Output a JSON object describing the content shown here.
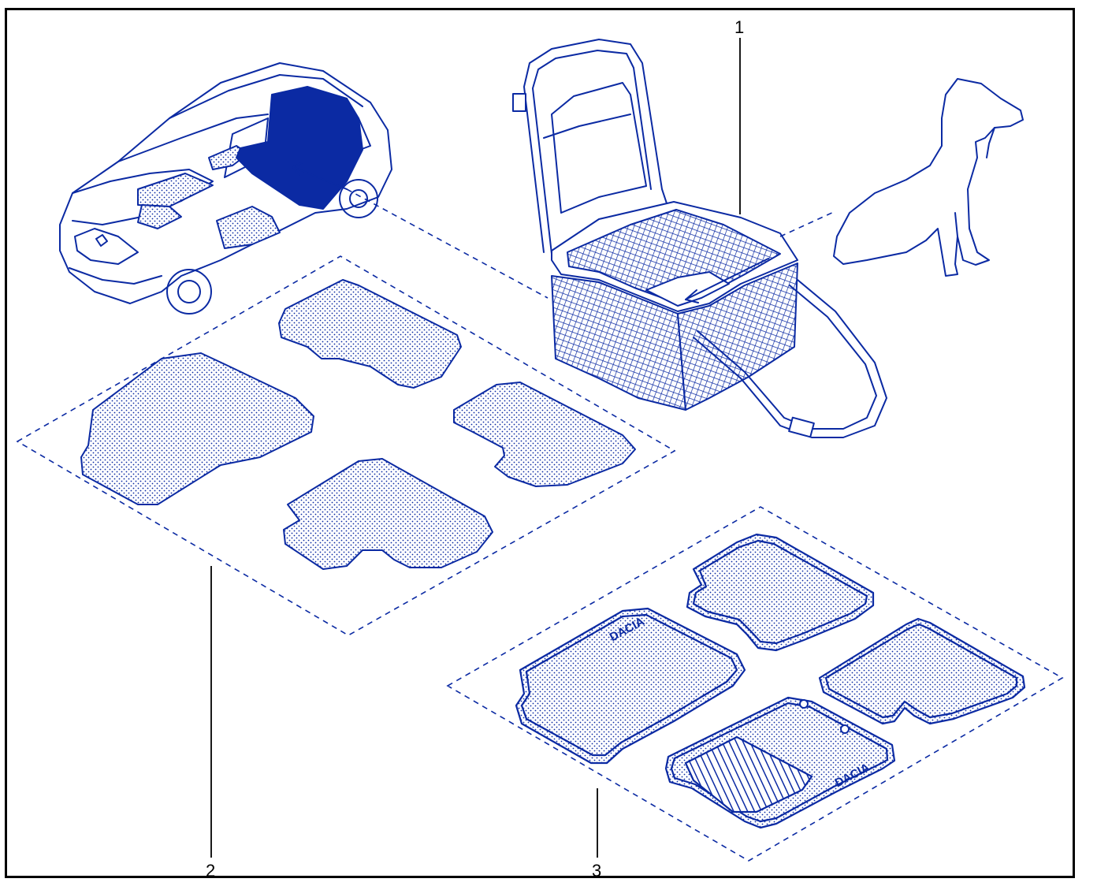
{
  "callouts": {
    "one": "1",
    "two": "2",
    "three": "3"
  },
  "mat_brand_text": "DACIA",
  "colors": {
    "line": "#0b2aa3",
    "fill_dark": "#0b2aa3",
    "frame": "#000000"
  },
  "icons": [
    "car-icon",
    "pet-seat-basket-icon",
    "dog-icon",
    "textile-floor-mat-set-icon",
    "rubber-floor-mat-set-icon"
  ]
}
